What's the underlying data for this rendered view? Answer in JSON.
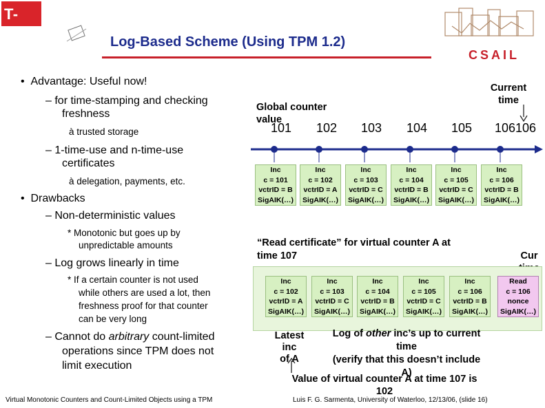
{
  "header": {
    "logo_left": "T-Party",
    "title": "Log-Based Scheme (Using TPM 1.2)",
    "logo_right": "CSAIL"
  },
  "bullets": {
    "advantage": "Advantage: Useful now!",
    "adv_sub1_line1": "– for time-stamping and checking",
    "adv_sub1_line2": "freshness",
    "adv_arrow1": "à trusted storage",
    "adv_sub2_line1": "– 1-time-use and n-time-use",
    "adv_sub2_line2": "certificates",
    "adv_arrow2": "à delegation, payments, etc.",
    "drawbacks": "Drawbacks",
    "dr_sub1": "– Non-deterministic values",
    "dr_note1_line1": "* Monotonic but goes up by",
    "dr_note1_line2": "unpredictable amounts",
    "dr_sub2": "– Log grows linearly in time",
    "dr_note2_line1": "* If a certain counter is not used",
    "dr_note2_line2": "while others are used a lot, then",
    "dr_note2_line3": "freshness proof for that counter",
    "dr_note2_line4": "can be very long",
    "dr_sub3_line1": "– Cannot do arbitrary count-limited",
    "dr_sub3_line2": "operations since TPM does not",
    "dr_sub3_line3": "limit execution",
    "dr_sub3_italic": "arbitrary"
  },
  "diagram": {
    "global_counter_line1": "Global counter",
    "global_counter_line2": "value",
    "current_time_line1": "Current",
    "current_time_line2": "time",
    "values": [
      "101",
      "102",
      "103",
      "104",
      "105",
      "106106"
    ],
    "top_cards": [
      {
        "l1": "Inc",
        "l2": "c = 101",
        "l3": "vctrID = B",
        "l4": "SigAIK(…)"
      },
      {
        "l1": "Inc",
        "l2": "c = 102",
        "l3": "vctrID = A",
        "l4": "SigAIK(…)"
      },
      {
        "l1": "Inc",
        "l2": "c = 103",
        "l3": "vctrID = C",
        "l4": "SigAIK(…)"
      },
      {
        "l1": "Inc",
        "l2": "c = 104",
        "l3": "vctrID = B",
        "l4": "SigAIK(…)"
      },
      {
        "l1": "Inc",
        "l2": "c = 105",
        "l3": "vctrID = C",
        "l4": "SigAIK(…)"
      },
      {
        "l1": "Inc",
        "l2": "c = 106",
        "l3": "vctrID = B",
        "l4": "SigAIK(…)"
      }
    ],
    "read_cert_line1": "“Read certificate” for virtual counter A at",
    "read_cert_line2": "time 107",
    "cur_time_line1": "Cur",
    "cur_time_line2": "time",
    "bottom_cards": [
      {
        "l1": "Inc",
        "l2": "c = 102",
        "l3": "vctrID = A",
        "l4": "SigAIK(…)"
      },
      {
        "l1": "Inc",
        "l2": "c = 103",
        "l3": "vctrID = C",
        "l4": "SigAIK(…)"
      },
      {
        "l1": "Inc",
        "l2": "c = 104",
        "l3": "vctrID = B",
        "l4": "SigAIK(…)"
      },
      {
        "l1": "Inc",
        "l2": "c = 105",
        "l3": "vctrID = C",
        "l4": "SigAIK(…)"
      },
      {
        "l1": "Inc",
        "l2": "c = 106",
        "l3": "vctrID = B",
        "l4": "SigAIK(…)"
      }
    ],
    "read_card": {
      "l1": "Read",
      "l2": "c = 106",
      "l3": "nonce",
      "l4": "SigAIK(…)"
    },
    "latest_line1": "Latest",
    "latest_line2": "inc",
    "latest_line3": "of A",
    "log_line1": "Log of other inc’s up to current",
    "log_line2": "time",
    "log_line3": "(verify that this doesn’t include",
    "log_line4": "A)",
    "value_line1": "Value of virtual counter A at time 107 is",
    "value_line2": "102"
  },
  "footer": {
    "left": "Virtual Monotonic Counters and Count-Limited Objects using a TPM",
    "right": "Luis F. G. Sarmenta, University of Waterloo, 12/13/06, (slide 16)"
  },
  "colors": {
    "title": "#1c2b8c",
    "accent_red": "#c7202a",
    "card_green": "#d7f0c2",
    "card_pink": "#f2c8ef",
    "timeline_blue": "#1c2b8c"
  }
}
